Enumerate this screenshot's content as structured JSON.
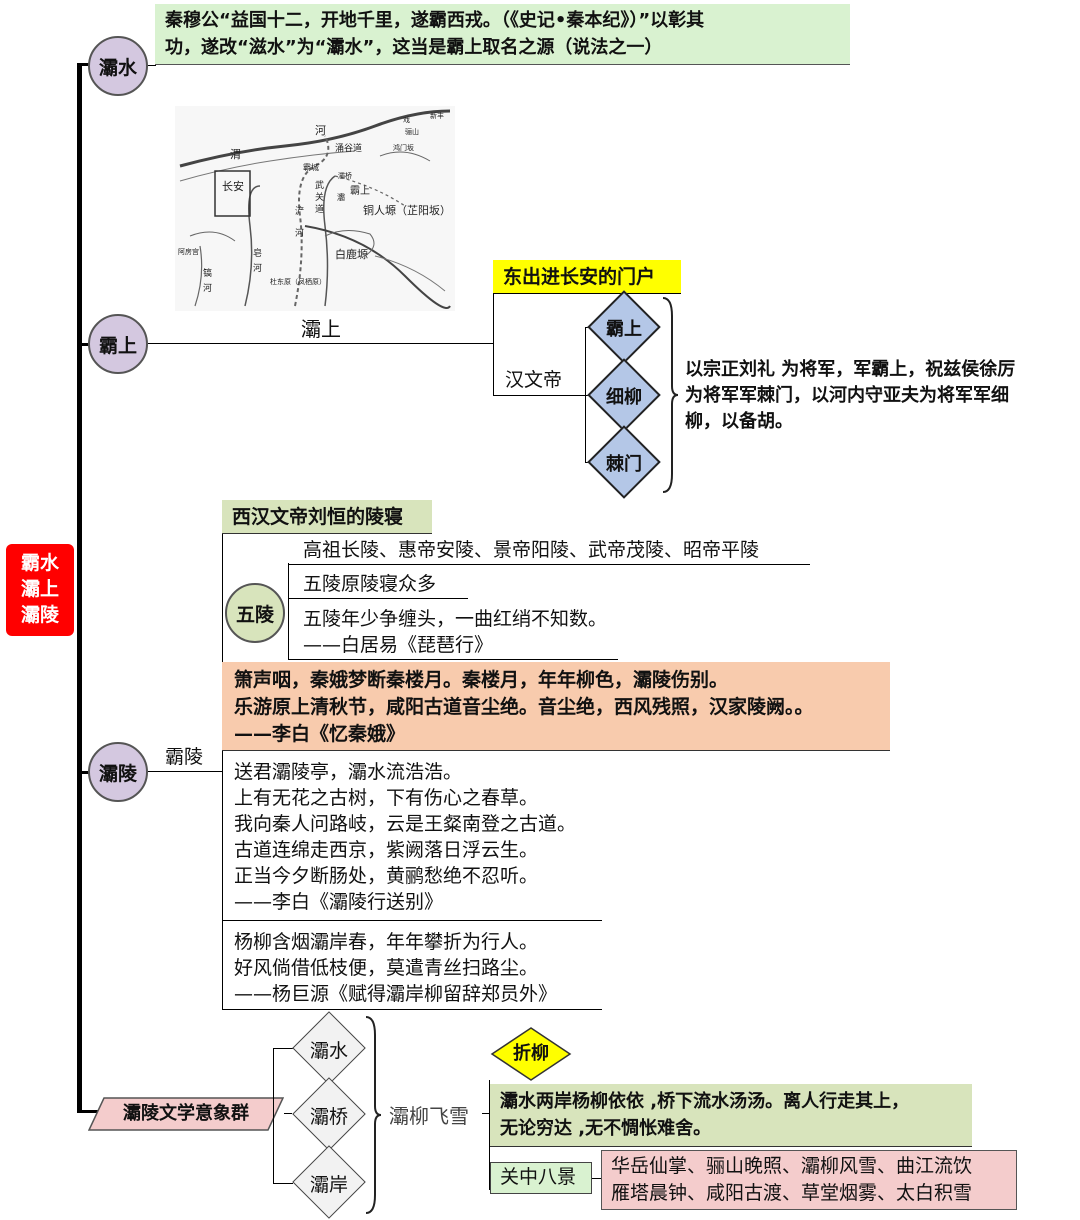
{
  "root": {
    "lines": [
      "霸水",
      "灞上",
      "灞陵"
    ]
  },
  "nodes": {
    "bashui": "灞水",
    "bashang": "霸上",
    "baling": "灞陵",
    "literary": "灞陵文学意象群"
  },
  "bashui_note": {
    "line1": "秦穆公“益国十二，开地千里，遂霸西戎。（《史记•秦本纪》）”以彰其",
    "line2": "功，遂改“滋水”为“灞水”，这当是霸上取名之源（说法之一）"
  },
  "map": {
    "labels": [
      "河",
      "渭",
      "长安",
      "涌谷道",
      "霸城",
      "武",
      "关",
      "道",
      "霸上",
      "铜人塬（芷阳坂）",
      "浐",
      "河",
      "灞",
      "白鹿塬",
      "皂",
      "河",
      "镐",
      "河",
      "灞桥",
      "骊山",
      "鸿门坂",
      "新丰",
      "戏",
      "阿房宫",
      "杜东原（凤栖原）"
    ]
  },
  "bashang_branch": {
    "edge_label": "灞上",
    "header": "东出进长安的门户",
    "sub_label": "汉文帝",
    "camps": [
      "霸上",
      "细柳",
      "棘门"
    ],
    "note": [
      "以宗正刘礼 为将军，军霸上，祝兹侯徐厉",
      "为将军军棘门，以河内守亚夫为将军军细",
      "柳，以备胡。"
    ]
  },
  "baling_branch": {
    "edge_label": "霸陵",
    "header": "西汉文帝刘恒的陵寝",
    "wuling": "五陵",
    "tombs": "高祖长陵、惠帝安陵、景帝阳陵、武帝茂陵、昭帝平陵",
    "wuling_line": "五陵原陵寝众多",
    "poem1": [
      "五陵年少争缠头，一曲红绡不知数。",
      "——白居易《琵琶行》"
    ],
    "poem2": [
      "箫声咽，秦娥梦断秦楼月。秦楼月，年年柳色，灞陵伤别。",
      "乐游原上清秋节，咸阳古道音尘绝。音尘绝，西风残照，汉家陵阙。。",
      "——李白《忆秦娥》"
    ],
    "poem3": [
      "送君灞陵亭，灞水流浩浩。",
      "上有无花之古树，下有伤心之春草。",
      "我向秦人问路岐，云是王粲南登之古道。",
      "古道连绵走西京，紫阙落日浮云生。",
      "正当今夕断肠处，黄鹂愁绝不忍听。",
      "——李白《灞陵行送别》"
    ],
    "poem4": [
      "杨柳含烟灞岸春，年年攀折为行人。",
      "好风倘借低枝便，莫遣青丝扫路尘。",
      "——杨巨源《赋得灞岸柳留辞郑员外》"
    ]
  },
  "literary_branch": {
    "items": [
      "灞水",
      "灞桥",
      "灞岸"
    ],
    "label": "灞柳飞雪",
    "zheliu": "折柳",
    "zheliu_note": [
      "灞水两岸杨柳依依 ,桥下流水汤汤。离人行走其上，",
      "无论穷达 ,无不惆怅难舍。"
    ],
    "guanzhong": "关中八景",
    "scenes": [
      "华岳仙掌、骊山晚照、灞柳风雪、曲江流饮",
      "雁塔晨钟、咸阳古渡、草堂烟雾、太白积雪"
    ]
  },
  "colors": {
    "root_bg": "#ff0000",
    "circle_bg": "#d4c8e0",
    "green_box": "#d9f2d0",
    "olive_box": "#d8e4bc",
    "yellow_box": "#ffff00",
    "peach_box": "#f8cbad",
    "pink_box": "#f4cccc",
    "blue_diamond": "#b4c7e7",
    "gray_diamond": "#f2f2f2"
  }
}
